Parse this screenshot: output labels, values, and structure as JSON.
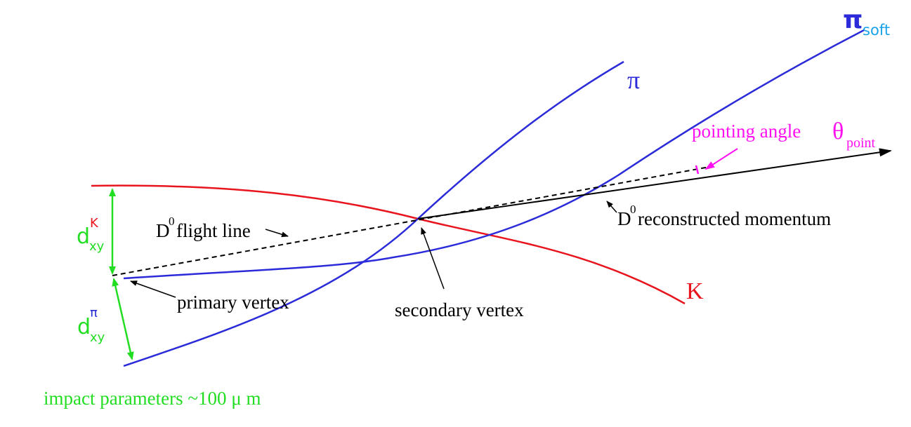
{
  "colors": {
    "pion_track": "#2b2bd9",
    "kaon_track": "#e8141e",
    "impact_parameter": "#22dd22",
    "pointing_angle": "#ff10f0",
    "soft_pion_subscript": "#1aa3e8",
    "annotation": "#000000"
  },
  "particles": {
    "pi_soft_symbol": "π",
    "pi_soft_subscript": "soft",
    "pi_symbol": "π",
    "kaon_symbol": "K"
  },
  "impact": {
    "d_letter": "d",
    "kaon_superscript": "K",
    "pion_superscript": "π",
    "subscript": "xy",
    "caption": "impact parameters ~100 μ m"
  },
  "labels": {
    "d0_symbol": "D",
    "d0_superscript": "0",
    "flight_line_text": "flight line",
    "reconstructed_momentum_text": "reconstructed momentum",
    "primary_vertex": "primary vertex",
    "secondary_vertex": "secondary vertex",
    "pointing_angle_text": "pointing angle ",
    "theta_symbol": "θ",
    "theta_subscript": "point"
  }
}
